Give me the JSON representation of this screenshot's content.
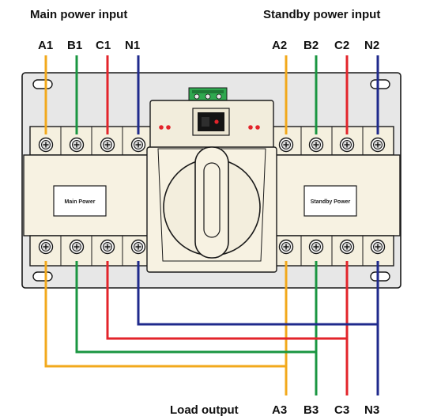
{
  "headings": {
    "main_power_input": "Main power input",
    "standby_power_input": "Standby power input",
    "load_output": "Load output"
  },
  "terminals": {
    "main": [
      "A1",
      "B1",
      "C1",
      "N1"
    ],
    "standby": [
      "A2",
      "B2",
      "C2",
      "N2"
    ],
    "load": [
      "A3",
      "B3",
      "C3",
      "N3"
    ]
  },
  "panels": {
    "main": "Main Power",
    "standby": "Standby Power"
  },
  "wire_colors": {
    "A": "#f2a91c",
    "B": "#1a9641",
    "C": "#e3242b",
    "N": "#1f2a8c"
  }
}
